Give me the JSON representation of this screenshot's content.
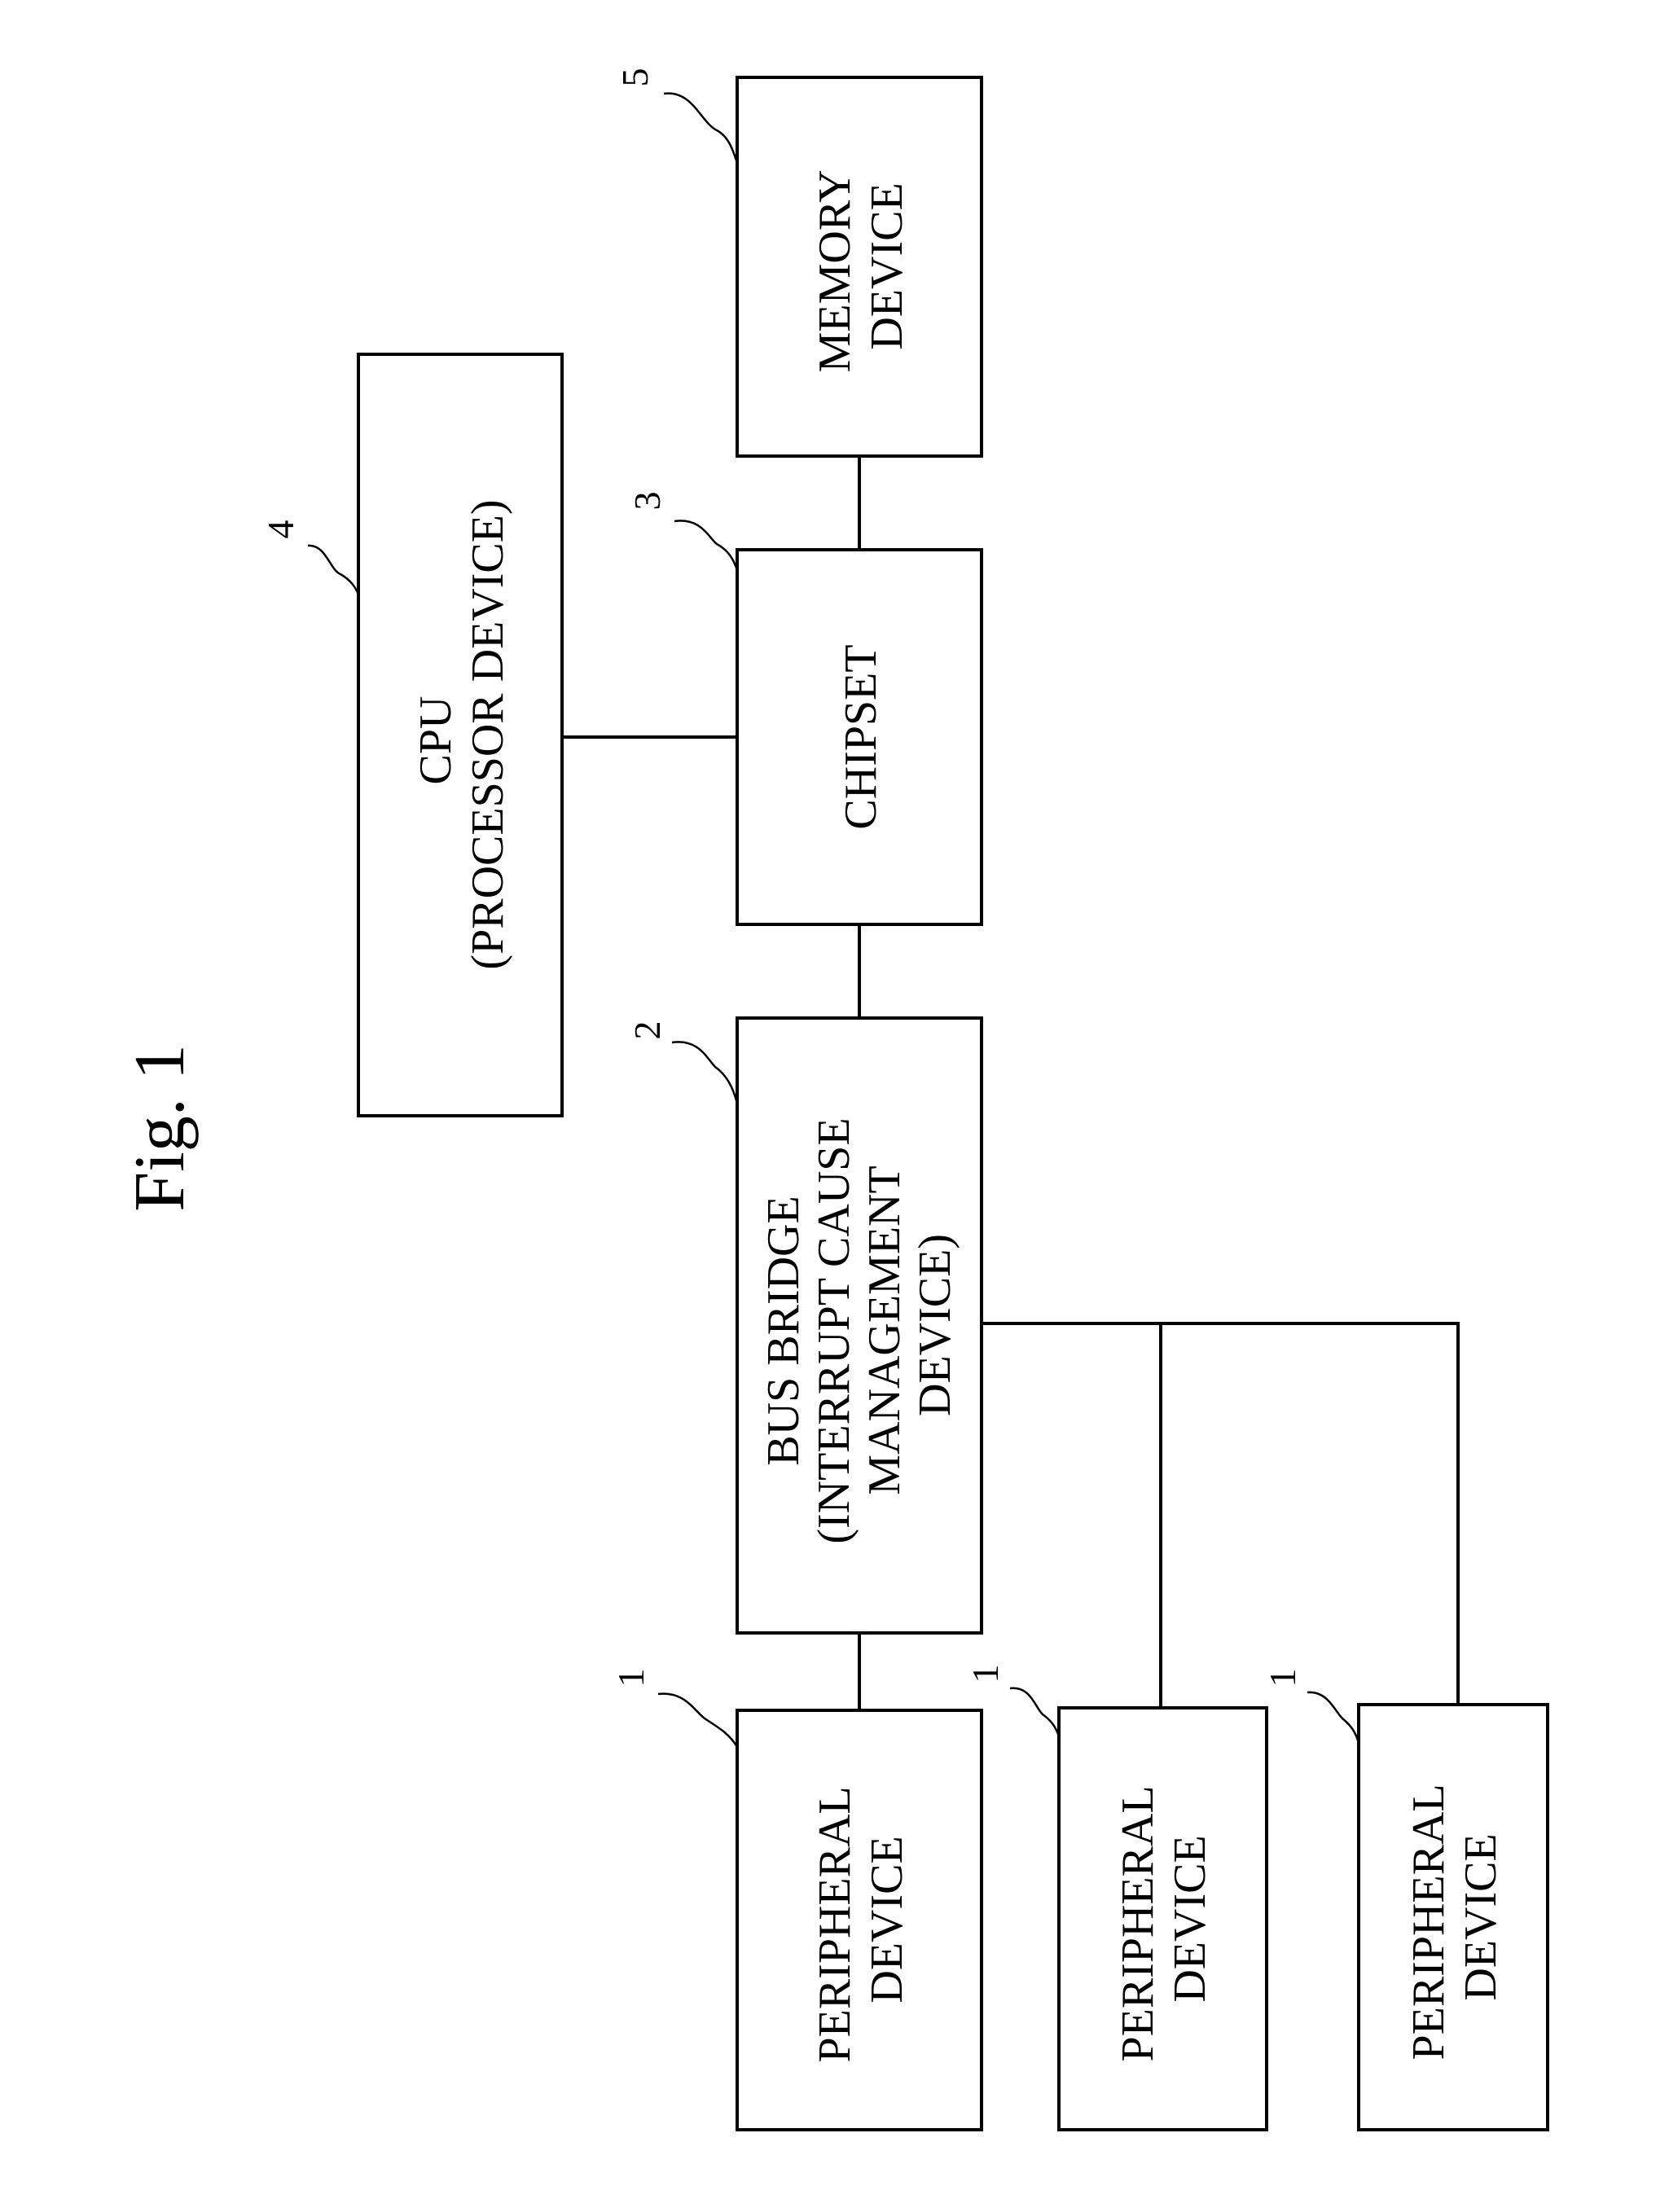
{
  "figure": {
    "title": "Fig. 1"
  },
  "blocks": {
    "memory": {
      "ref": "5",
      "lines": [
        "MEMORY",
        "DEVICE"
      ]
    },
    "cpu": {
      "ref": "4",
      "lines": [
        "CPU",
        "(PROCESSOR DEVICE)"
      ]
    },
    "chipset": {
      "ref": "3",
      "lines": [
        "CHIPSET"
      ]
    },
    "bus_bridge": {
      "ref": "2",
      "lines": [
        "BUS BRIDGE",
        "(INTERRUPT CAUSE",
        "MANAGEMENT",
        "DEVICE)"
      ]
    },
    "peripherals": [
      {
        "ref": "1",
        "lines": [
          "PERIPHERAL",
          "DEVICE"
        ]
      },
      {
        "ref": "1",
        "lines": [
          "PERIPHERAL",
          "DEVICE"
        ]
      },
      {
        "ref": "1",
        "lines": [
          "PERIPHERAL",
          "DEVICE"
        ]
      }
    ]
  },
  "connections": [
    [
      "cpu",
      "chipset"
    ],
    [
      "chipset",
      "memory"
    ],
    [
      "chipset",
      "bus_bridge"
    ],
    [
      "bus_bridge",
      "peripheral-1"
    ],
    [
      "bus_bridge",
      "peripheral-2"
    ],
    [
      "bus_bridge",
      "peripheral-3"
    ]
  ]
}
